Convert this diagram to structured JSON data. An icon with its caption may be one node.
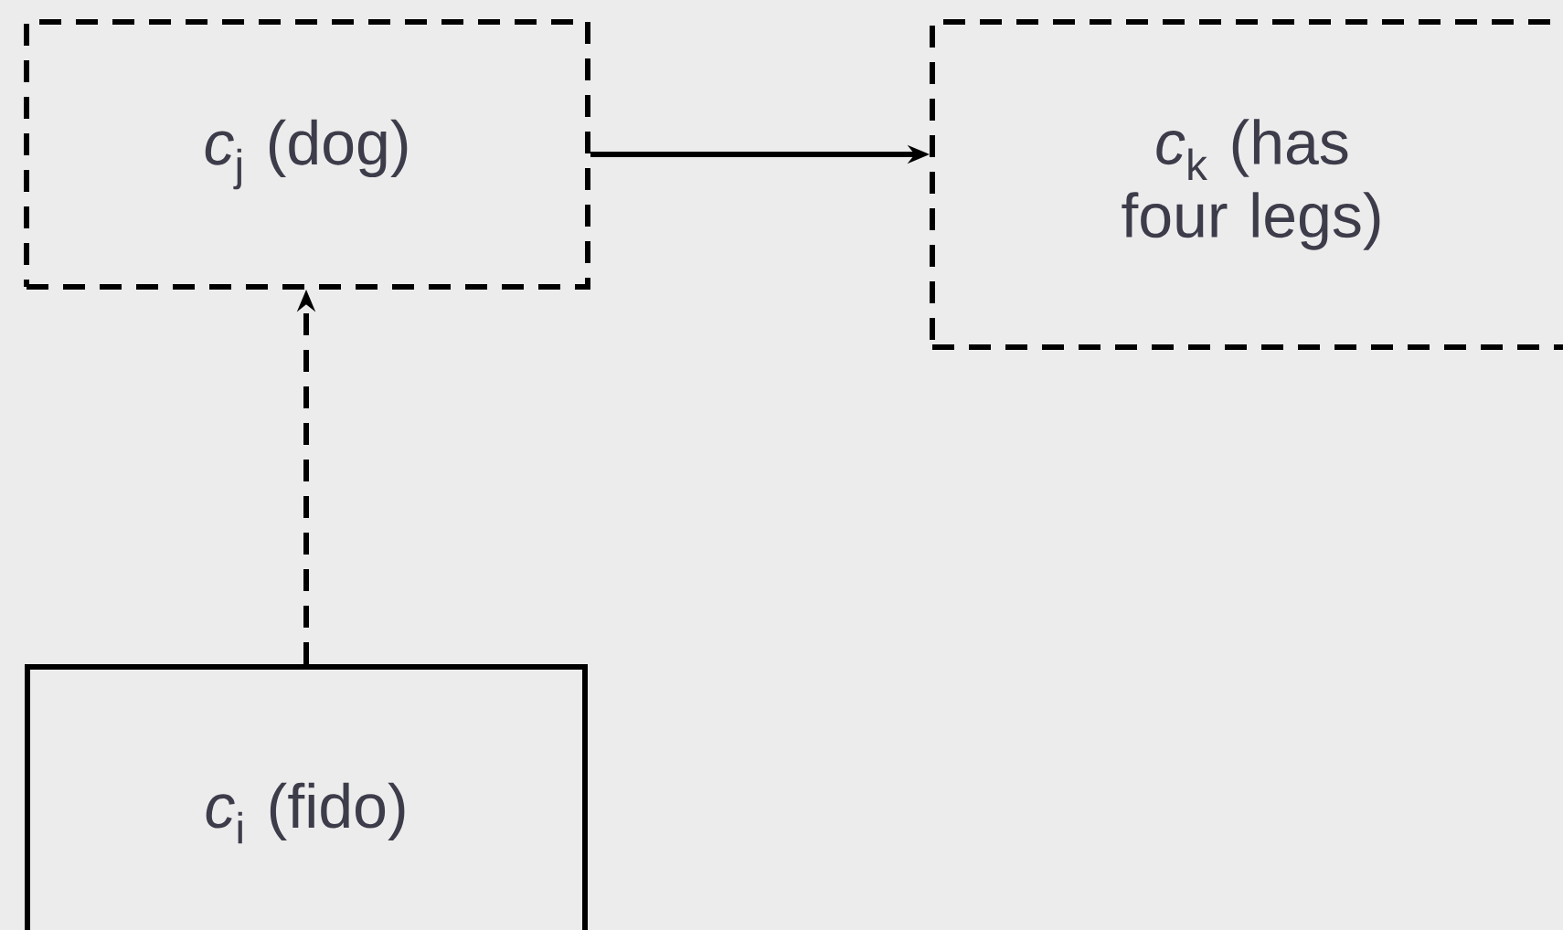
{
  "diagram": {
    "nodes": [
      {
        "text": [
          "*c*$_{j}$ (dog)"
        ]
      },
      {
        "text": [
          "*c*$_{k}$ (has four legs)"
        ]
      },
      {
        "text": [
          "*c*$_{i}$ (fido)"
        ]
      }
    ],
    "edges": [
      {
        "from": 0,
        "to": 1,
        "arrow": "to"
      },
      {
        "from": 2,
        "to": 0,
        "arrow": "to",
        "style": "dashed"
      }
    ]
  }
}
